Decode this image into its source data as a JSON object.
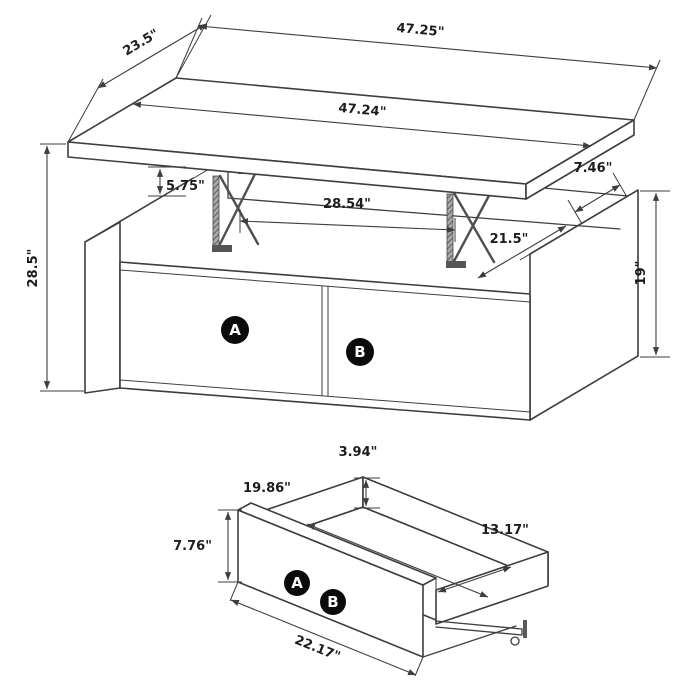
{
  "colors": {
    "background": "#ffffff",
    "line": "#3e3e3e",
    "text": "#1d1d1d",
    "badge_bg": "#0b0b0b",
    "badge_text": "#ffffff"
  },
  "table_view": {
    "dims": {
      "top_width": "47.25\"",
      "top_depth": "23.5\"",
      "top_surface_width": "47.24\"",
      "overall_height": "28.5\"",
      "lift_gap": "5.75\"",
      "compartment_width": "28.54\"",
      "rear_shelf_depth": "7.46\"",
      "interior_depth": "21.5\"",
      "base_height": "19\""
    },
    "drawers": {
      "left": "A",
      "right": "B"
    }
  },
  "drawer_view": {
    "dims": {
      "back_height": "3.94\"",
      "interior_width": "19.86\"",
      "interior_depth": "13.17\"",
      "front_height": "7.76\"",
      "front_width": "22.17\""
    },
    "labels": {
      "a": "A",
      "b": "B"
    }
  }
}
